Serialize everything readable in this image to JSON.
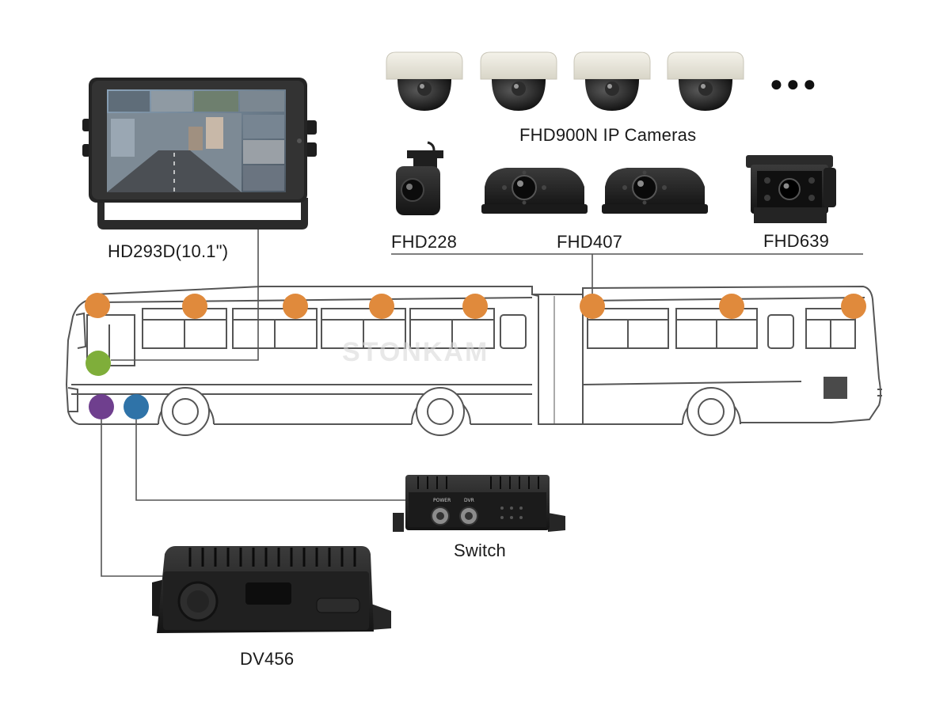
{
  "labels": {
    "monitor": "HD293D(10.1\")",
    "ip_cameras": "FHD900N   IP Cameras",
    "fhd228": "FHD228",
    "fhd407": "FHD407",
    "fhd639": "FHD639",
    "switch": "Switch",
    "dvr": "DV456",
    "more": "●●●",
    "watermark": "STONKAM"
  },
  "device_text": {
    "switch_power": "POWER",
    "switch_dvr": "DVR"
  },
  "colors": {
    "camera_marker": "#E08A3C",
    "monitor_marker": "#7FAE3A",
    "dvr_marker": "#6F3F8E",
    "switch_marker": "#2F73A8",
    "bus_outline": "#555555",
    "wire": "#555555"
  }
}
